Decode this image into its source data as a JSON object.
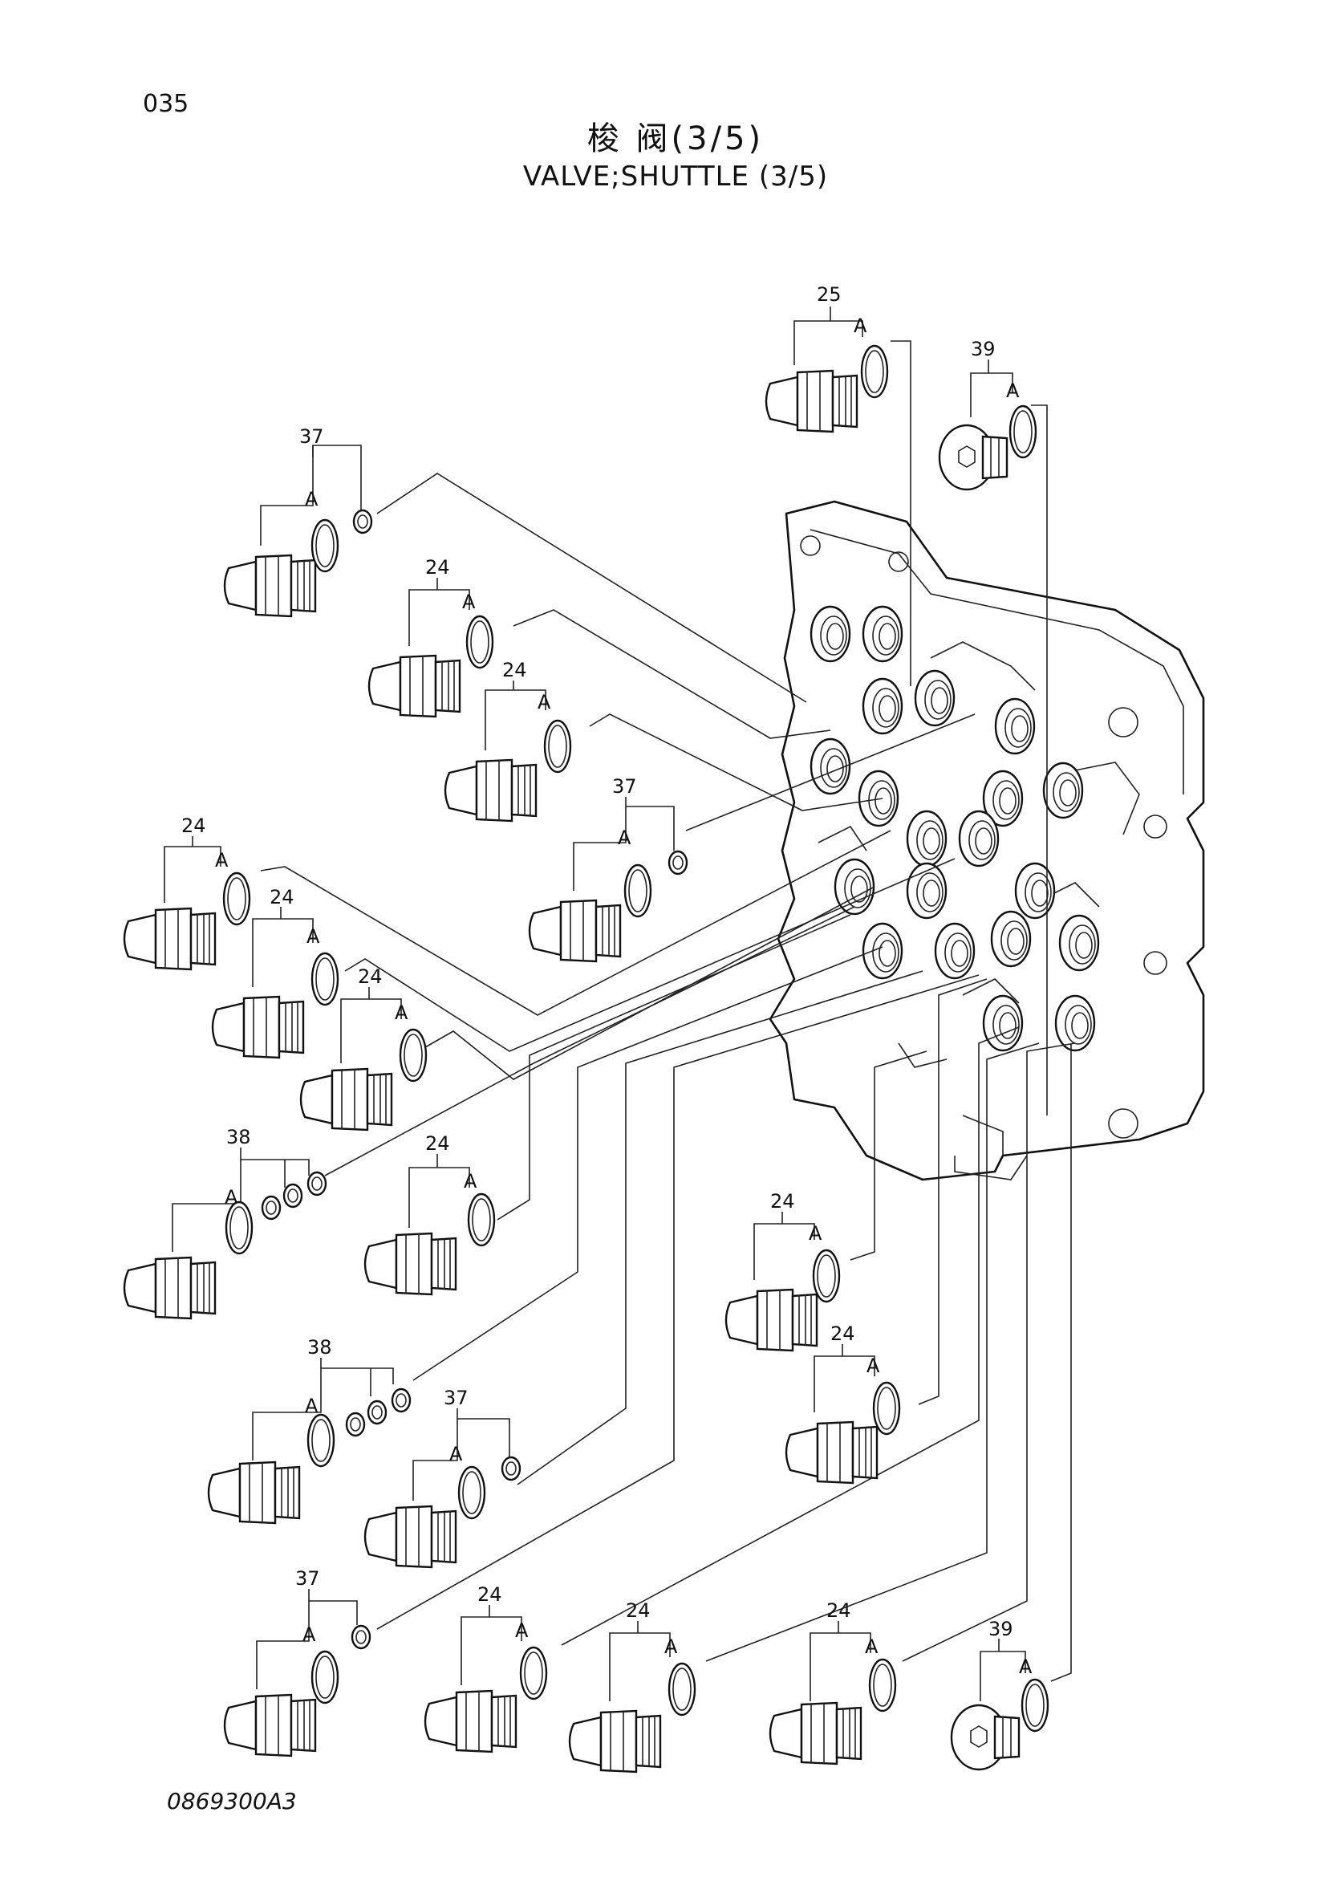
{
  "header": {
    "page_number": "035",
    "title_cn": "梭 阀(3/5)",
    "title_en": "VALVE;SHUTTLE (3/5)"
  },
  "footer": {
    "drawing_number": "0869300A3"
  },
  "callouts": [
    {
      "id": "c1",
      "number": "25",
      "sub": "A"
    },
    {
      "id": "c2",
      "number": "39",
      "sub": "A"
    },
    {
      "id": "c3",
      "number": "37",
      "sub": "A"
    },
    {
      "id": "c4",
      "number": "24",
      "sub": "A"
    },
    {
      "id": "c5",
      "number": "24",
      "sub": "A"
    },
    {
      "id": "c6",
      "number": "37",
      "sub": "A"
    },
    {
      "id": "c7",
      "number": "24",
      "sub": "A"
    },
    {
      "id": "c8",
      "number": "24",
      "sub": "A"
    },
    {
      "id": "c9",
      "number": "24",
      "sub": "A"
    },
    {
      "id": "c10",
      "number": "38",
      "sub": "A"
    },
    {
      "id": "c11",
      "number": "24",
      "sub": "A"
    },
    {
      "id": "c12",
      "number": "24",
      "sub": "A"
    },
    {
      "id": "c13",
      "number": "24",
      "sub": "A"
    },
    {
      "id": "c14",
      "number": "38",
      "sub": "A"
    },
    {
      "id": "c15",
      "number": "37",
      "sub": "A"
    },
    {
      "id": "c16",
      "number": "37",
      "sub": "A"
    },
    {
      "id": "c17",
      "number": "24",
      "sub": "A"
    },
    {
      "id": "c18",
      "number": "24",
      "sub": "A"
    },
    {
      "id": "c19",
      "number": "24",
      "sub": "A"
    },
    {
      "id": "c20",
      "number": "39",
      "sub": "A"
    }
  ]
}
